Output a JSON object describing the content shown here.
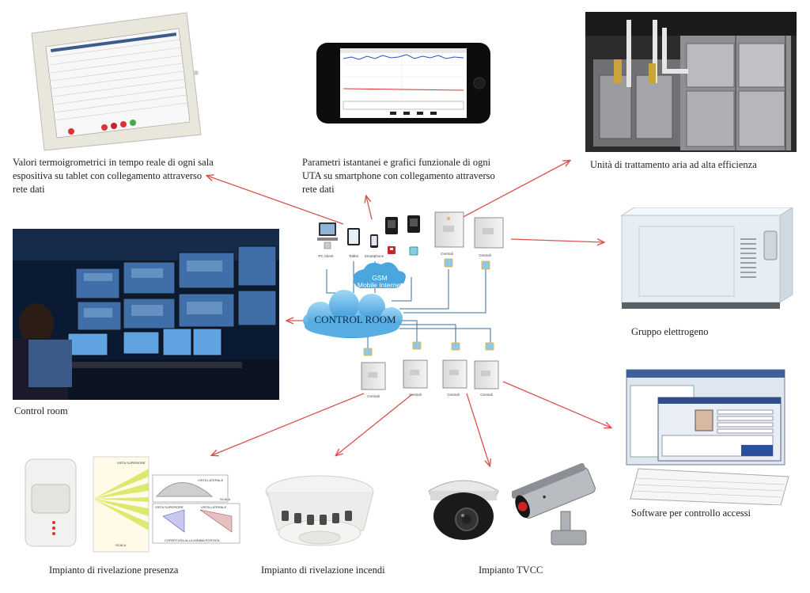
{
  "captions": {
    "tablet": "Valori termoigrometrici in tempo reale di ogni sala espositiva su tablet con collegamento attraverso rete dati",
    "smartphone": "Parametri istantanei e grafici funzionale di ogni UTA su smartphone con collegamento attraverso rete dati",
    "uta": "Unità di trattamento aria ad alta efficienza",
    "generator": "Gruppo elettrogeno",
    "control_room": "Control room",
    "access": "Software per controllo accessi",
    "presence": "Impianto di rivelazione presenza",
    "fire": "Impianto di rivelazione incendi",
    "tvcc": "Impianto TVCC"
  },
  "network": {
    "cloud_label": "CONTROL ROOM",
    "gsm_line1": "GSM",
    "gsm_line2": "Mobile Internet",
    "device_labels": [
      "PC Client",
      "Tablet",
      "Smartphone"
    ],
    "central_label": "Centrali"
  },
  "detector_labels": {
    "top_view": "VISTA SUPERIORE",
    "side_view": "VISTA LATERALE",
    "scale": "SCALA",
    "coverage": "COPERTURA ALLA MINIMA PORTATA"
  },
  "colors": {
    "arrow": "#d9534f",
    "cloud": "#5fb7e8",
    "cloud_dark": "#2f8fd1",
    "lines": "#3a6d9a"
  }
}
